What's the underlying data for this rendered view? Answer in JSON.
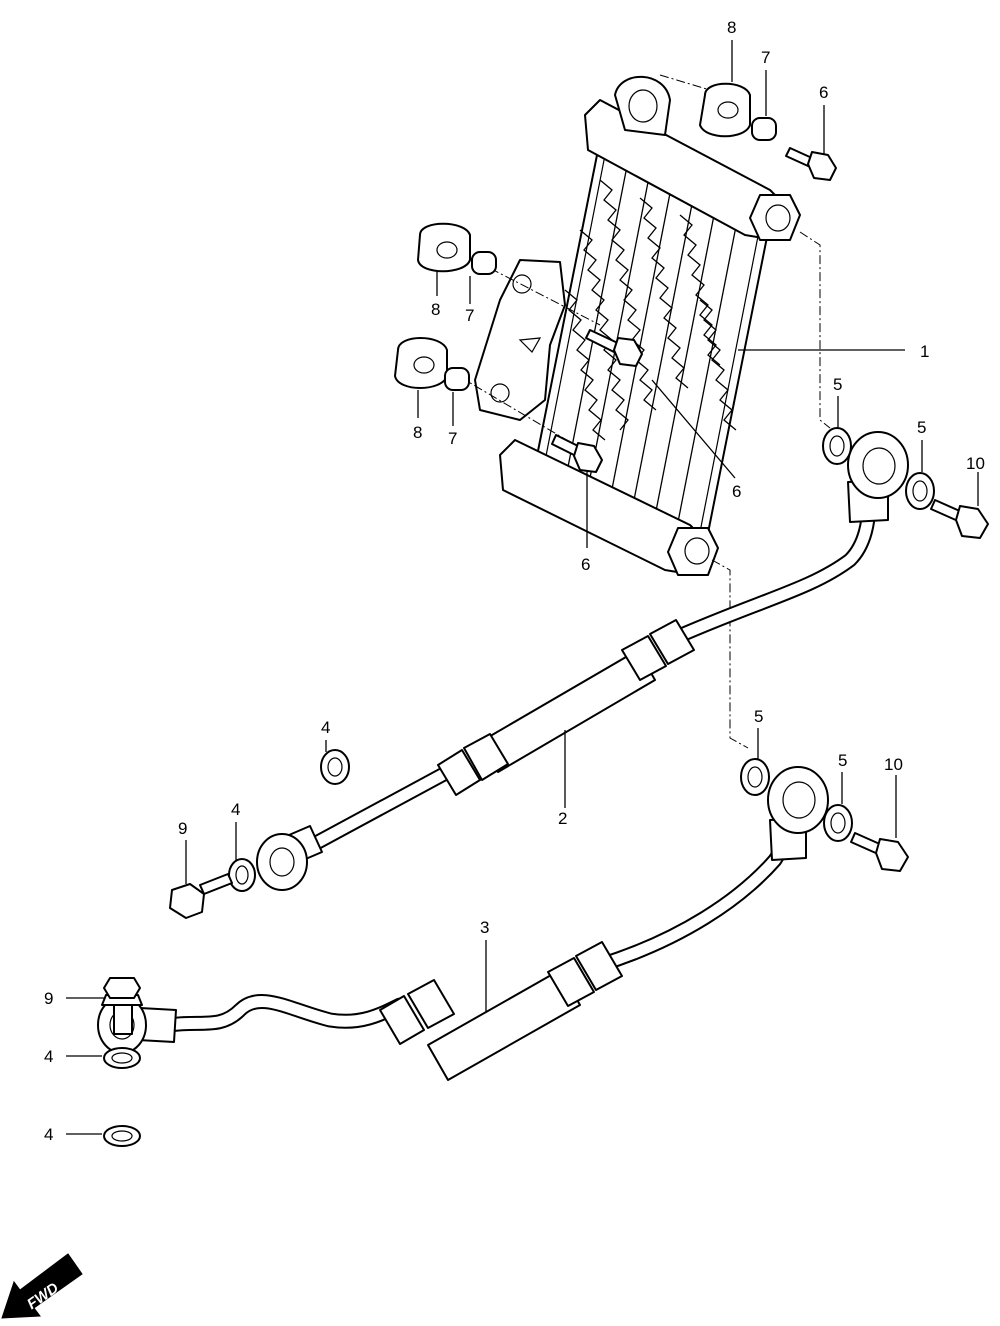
{
  "callouts": {
    "c1": "1",
    "c2": "2",
    "c3": "3",
    "c4a": "4",
    "c4b": "4",
    "c4c": "4",
    "c4d": "4",
    "c5a": "5",
    "c5b": "5",
    "c5c": "5",
    "c5d": "5",
    "c6a": "6",
    "c6b": "6",
    "c6c": "6",
    "c7a": "7",
    "c7b": "7",
    "c7c": "7",
    "c8a": "8",
    "c8b": "8",
    "c8c": "8",
    "c9a": "9",
    "c9b": "9",
    "c10a": "10",
    "c10b": "10"
  },
  "fwd": {
    "label": "FWD"
  },
  "icons": {
    "fwd": "fwd-arrow-icon"
  },
  "colors": {
    "line": "#000000",
    "background": "#ffffff"
  }
}
